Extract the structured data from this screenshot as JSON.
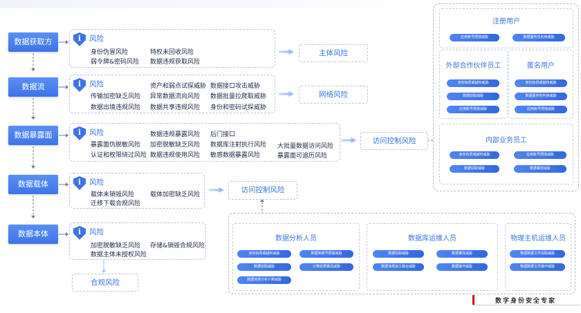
{
  "stages": [
    {
      "id": "acq",
      "label": "数据获取方"
    },
    {
      "id": "flow",
      "label": "数据流"
    },
    {
      "id": "exposure",
      "label": "数据暴露面"
    },
    {
      "id": "carrier",
      "label": "数据载体"
    },
    {
      "id": "body",
      "label": "数据本体"
    }
  ],
  "risk_box_title": "风险",
  "risk_boxes": [
    {
      "id": "acq",
      "items": [
        "身份伪冒风险",
        "特权未回收风险",
        "弱令牌&密码风险",
        "数据违规获取风险"
      ]
    },
    {
      "id": "flow",
      "items": [
        "资产和弱点试探威胁",
        "数据接口攻击威胁",
        "传输加密缺乏风险",
        "异常数据流向风险",
        "数据批量拉爬取威胁",
        "数据出境违规风险",
        "数据共享违规风险",
        "身份和密码试探威胁"
      ]
    },
    {
      "id": "exposure",
      "items": [
        "数据违规暴露风险",
        "后门接口",
        "暴露面伪脱敏风险",
        "加密脱敏缺乏风险",
        "数据库注射执行风险",
        "大批量数据访问风险",
        "认证和权限绕过风险",
        "数据违规使用风险",
        "敏感数据暴露风险",
        "暴露面可追历风险"
      ]
    },
    {
      "id": "carrier",
      "items": [
        "载体未销毁风险",
        "载体加密缺乏风险",
        "迁移下载合规风险"
      ]
    },
    {
      "id": "body",
      "items": [
        "加密脱敏缺乏风险",
        "存储&销毁合规风险",
        "数据主体未授权风险"
      ]
    }
  ],
  "outputs": {
    "subject_risk": "主体风险",
    "network_risk": "网络风险",
    "access_control_risk": "访问控制风险",
    "compliance_risk": "合规风险"
  },
  "right_panel": {
    "registered_users": {
      "title": "注册用户",
      "pills": [
        "应用账号攒撞威胁",
        "数据服务性利用威胁"
      ]
    },
    "external_staff": {
      "title": "外部合作伙伴员工",
      "pills": [
        "身份伪冒或越权威胁",
        "数据窃取威胁",
        "应用账号攒撞威胁"
      ]
    },
    "anonymous_users": {
      "title": "匿名用户",
      "pills": [
        "身份伪冒或越权威胁",
        "数据服务性利用威胁",
        "应用账号攒撞威胁"
      ]
    },
    "internal_staff": {
      "title": "内部业务员工",
      "pills": [
        "身份伪冒或越权威胁",
        "应用账号攒撞威胁",
        "数据窃取威胁",
        "数据篡改威胁"
      ]
    }
  },
  "bottom_panel": {
    "data_analysts": {
      "title": "数据分析人员",
      "pills": [
        "身份伪冒或越权威胁",
        "数据库账号攒撞威胁",
        "数据窃取威胁",
        "计算结果篡改威胁",
        "数据违规分析计算威胁"
      ]
    },
    "db_ops": {
      "title": "数据库运维人员",
      "pills": [
        "数据窃取威胁",
        "数据篡改威胁",
        "数据违规加工融合威胁",
        "数据破坏威胁"
      ]
    },
    "host_ops": {
      "title": "物理主机运维人员",
      "pills": [
        "物理数据文件窃取威胁",
        "物理数据文件破坏威胁"
      ]
    }
  },
  "footer": {
    "text": "数字身份安全专家"
  },
  "colors": {
    "primary": "#3d74e6",
    "stage_top": "#5b8ff5",
    "accent_red": "#d0021b",
    "dash": "#b9c3d6"
  }
}
